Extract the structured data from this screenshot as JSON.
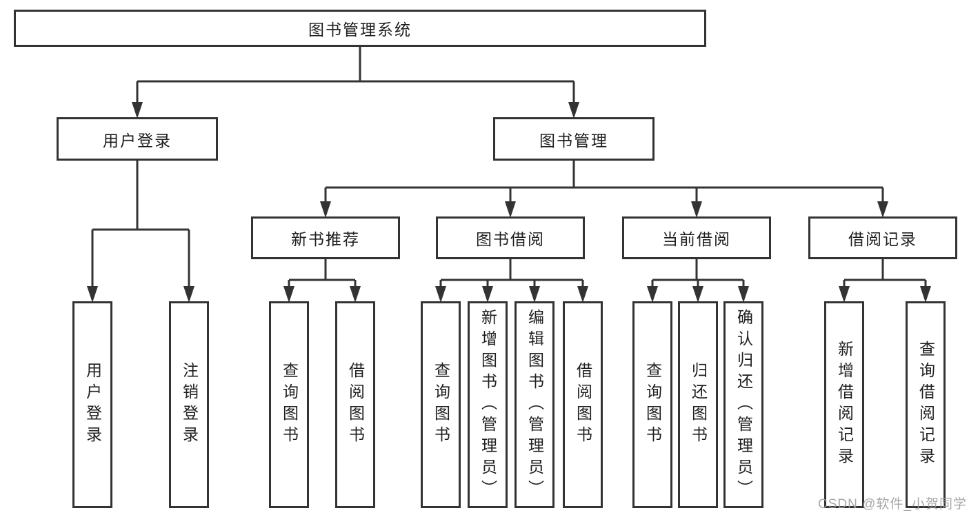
{
  "diagram": {
    "root": {
      "label": "图书管理系统"
    },
    "level2": [
      {
        "label": "用户登录",
        "children": [
          {
            "label": "用户登录"
          },
          {
            "label": "注销登录"
          }
        ]
      },
      {
        "label": "图书管理",
        "children": [
          {
            "label": "新书推荐",
            "children": [
              {
                "label": "查询图书"
              },
              {
                "label": "借阅图书"
              }
            ]
          },
          {
            "label": "图书借阅",
            "children": [
              {
                "label": "查询图书"
              },
              {
                "label": "新增图书（管理员）"
              },
              {
                "label": "编辑图书（管理员）"
              },
              {
                "label": "借阅图书"
              }
            ]
          },
          {
            "label": "当前借阅",
            "children": [
              {
                "label": "查询图书"
              },
              {
                "label": "归还图书"
              },
              {
                "label": "确认归还（管理员）"
              }
            ]
          },
          {
            "label": "借阅记录",
            "children": [
              {
                "label": "新增借阅记录"
              },
              {
                "label": "查询借阅记录"
              }
            ]
          }
        ]
      }
    ]
  },
  "watermark": {
    "text": "CSDN @软件_小贺同学"
  },
  "colors": {
    "line": "#333333",
    "box_border": "#333333",
    "box_fill": "#ffffff",
    "text": "#1f1f1f",
    "background": "#ffffff",
    "watermark": "#9e9e9e"
  }
}
